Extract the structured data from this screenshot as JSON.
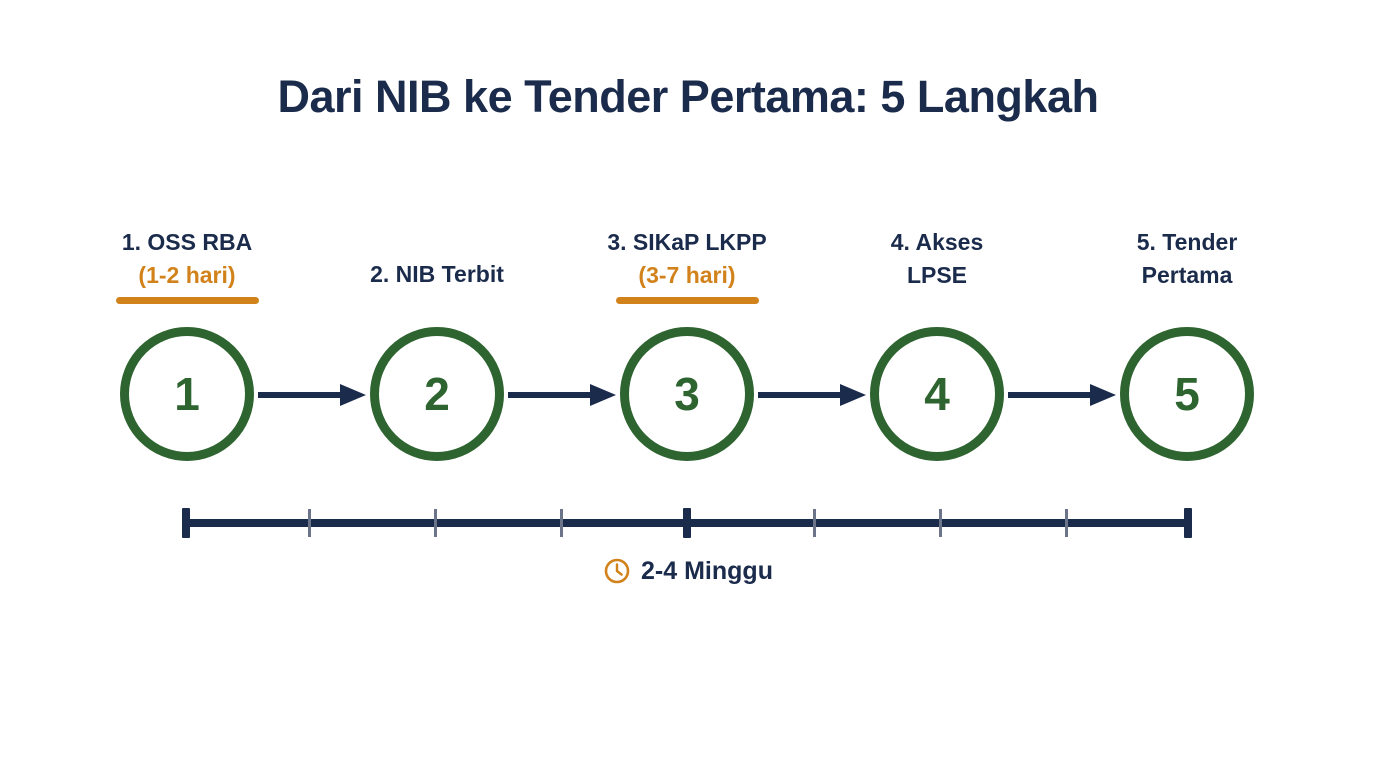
{
  "title": "Dari NIB ke Tender Pertama: 5 Langkah",
  "colors": {
    "navy": "#1b2b4b",
    "green": "#2e6430",
    "orange": "#d2821a",
    "background": "#ffffff",
    "tick_minor": "#6b7489"
  },
  "steps": [
    {
      "number": "1",
      "label": "1. OSS RBA",
      "duration": "(1-2 hari)",
      "has_underline": true
    },
    {
      "number": "2",
      "label": "2. NIB Terbit",
      "duration": "",
      "has_underline": false
    },
    {
      "number": "3",
      "label": "3. SIKaP LKPP",
      "duration": "(3-7 hari)",
      "has_underline": true
    },
    {
      "number": "4",
      "label": "4. Akses\nLPSE",
      "duration": "",
      "has_underline": false
    },
    {
      "number": "5",
      "label": "5. Tender\nPertama",
      "duration": "",
      "has_underline": false
    }
  ],
  "timeline": {
    "major_tick_positions_pct": [
      0,
      50,
      100
    ],
    "minor_tick_positions_pct": [
      12.5,
      25,
      37.5,
      62.5,
      75,
      87.5
    ],
    "caption": "2-4 Minggu",
    "caption_icon": "clock-icon"
  }
}
